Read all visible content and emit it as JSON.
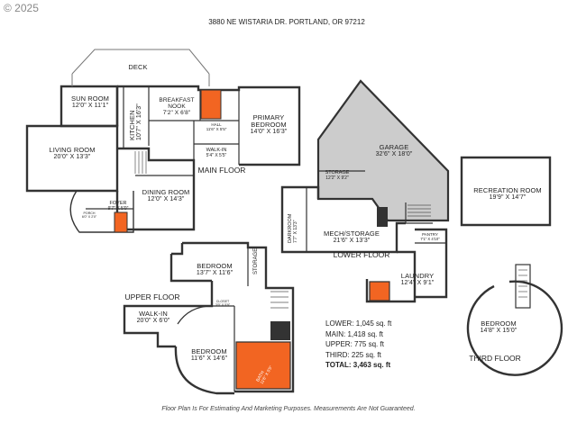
{
  "copyright": "© 2025",
  "address": "3880 NE WISTARIA DR. PORTLAND, OR 97212",
  "levels": {
    "main": "MAIN FLOOR",
    "lower": "LOWER FLOOR",
    "upper": "UPPER FLOOR",
    "third": "THIRD FLOOR"
  },
  "rooms": {
    "deck": {
      "name": "DECK"
    },
    "sun_room": {
      "name": "SUN ROOM",
      "dim": "12'0\" X 11'1\""
    },
    "kitchen": {
      "name": "KITCHEN",
      "dim": "10'7\" X 16'3\""
    },
    "breakfast_nook": {
      "name": "BREAKFAST NOOK",
      "dim": "7'2\" X 6'8\""
    },
    "hall": {
      "name": "HALL",
      "dim": "11'6\" X 5'5\""
    },
    "primary_bedroom": {
      "name": "PRIMARY BEDROOM",
      "dim": "14'0\" X 16'3\""
    },
    "walk_in_main": {
      "name": "WALK-IN",
      "dim": "5'4\" X 5'5\""
    },
    "living_room": {
      "name": "LIVING ROOM",
      "dim": "20'0\" X 13'3\""
    },
    "dining_room": {
      "name": "DINING ROOM",
      "dim": "12'0\" X 14'3\""
    },
    "foyer": {
      "name": "FOYER",
      "dim": "9'7\" X 5'0\""
    },
    "porch": {
      "name": "PORCH",
      "dim": "6'0\" X 2'0\""
    },
    "garage": {
      "name": "GARAGE",
      "dim": "32'6\" X 18'0\""
    },
    "recreation_room": {
      "name": "RECREATION ROOM",
      "dim": "19'9\" X 14'7\""
    },
    "storage_lower": {
      "name": "STORAGE",
      "dim": "12'2\" X 9'2\""
    },
    "darkroom": {
      "name": "DARKROOM",
      "dim": "7'7\" X 13'3\""
    },
    "mech_storage": {
      "name": "MECH/STORAGE",
      "dim": "21'6\" X 13'3\""
    },
    "pantry": {
      "name": "PANTRY",
      "dim": "7'1\" X 4'10\""
    },
    "laundry": {
      "name": "LAUNDRY",
      "dim": "12'4\" X 9'1\""
    },
    "bedroom_upper_1": {
      "name": "BEDROOM",
      "dim": "13'7\" X 11'6\""
    },
    "storage_upper": {
      "name": "STORAGE"
    },
    "walk_in_upper": {
      "name": "WALK-IN",
      "dim": "20'0\" X 6'0\""
    },
    "closet": {
      "name": "CLOSET",
      "dim": "3'9\" X 5'9\""
    },
    "bedroom_upper_2": {
      "name": "BEDROOM",
      "dim": "11'6\" X 14'6\""
    },
    "bath_upper": {
      "name": "BATH",
      "dim": "11'6\" X 5'5\""
    },
    "bedroom_third": {
      "name": "BEDROOM",
      "dim": "14'8\" X 15'0\""
    }
  },
  "areas": {
    "lower": "LOWER: 1,045 sq. ft",
    "main": "MAIN: 1,418 sq. ft",
    "upper": "UPPER: 775 sq. ft",
    "third": "THIRD: 225 sq. ft",
    "total": "TOTAL: 3,463 sq. ft"
  },
  "disclaimer": "Floor Plan Is For Estimating And Marketing Purposes. Measurements Are Not Guaranteed.",
  "colors": {
    "wall": "#333333",
    "garage_fill": "#cccccc",
    "bath_fill": "#f26522",
    "copyright_text": "#888888"
  }
}
